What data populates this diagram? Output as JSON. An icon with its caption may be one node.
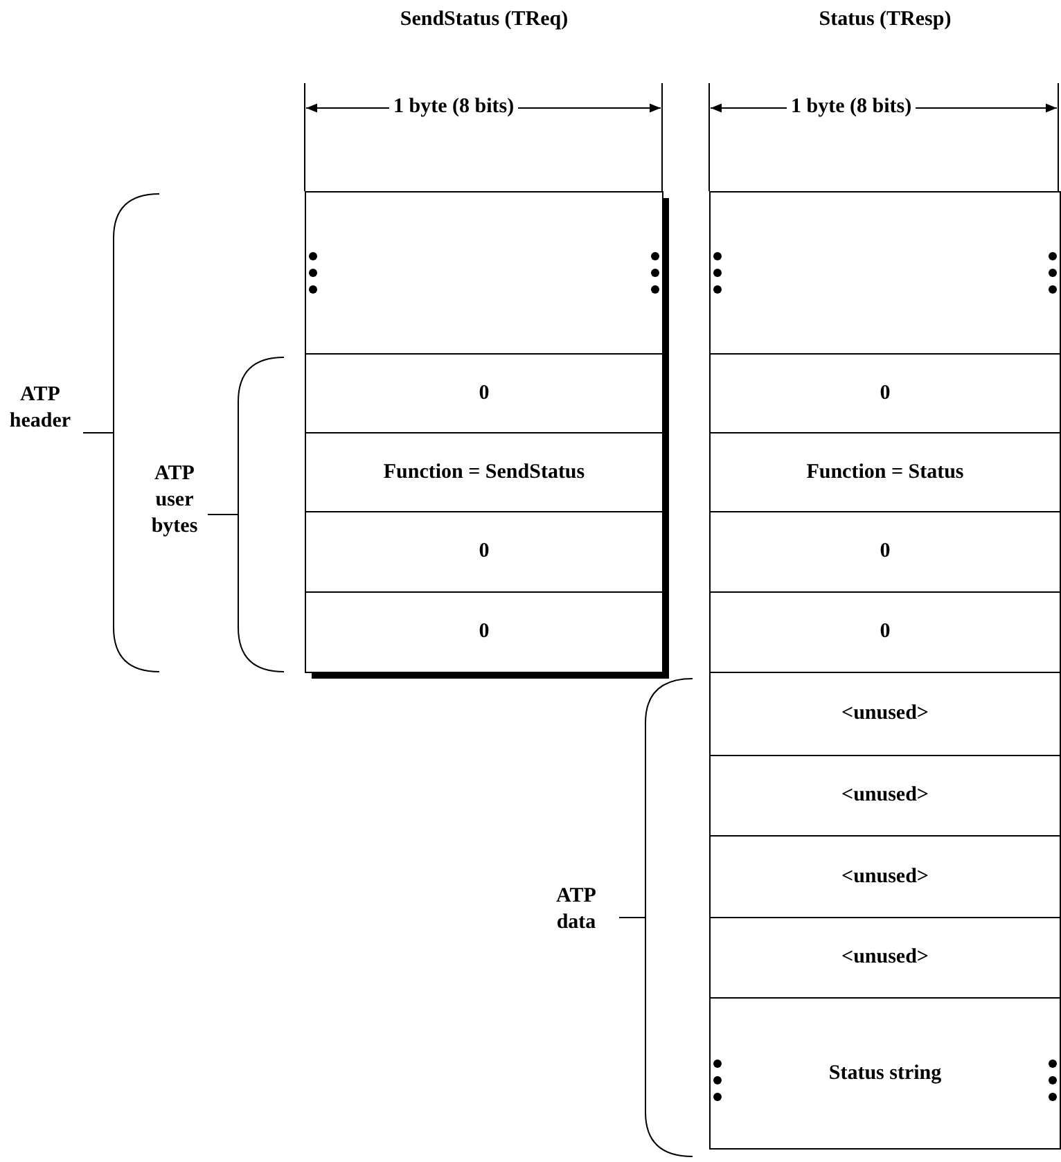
{
  "diagram": {
    "nodes": [
      {
        "text": [],
        "shape": "box"
      },
      {
        "text": [
          "0"
        ]
      },
      {
        "text": [
          "Function = SendStatus"
        ]
      },
      {
        "text": [
          "0"
        ]
      },
      {
        "text": [
          "0"
        ]
      },
      {
        "text": [],
        "shape": "box"
      },
      {
        "text": [
          "0"
        ]
      },
      {
        "text": [
          "Function = Status"
        ]
      },
      {
        "text": [
          "0"
        ]
      },
      {
        "text": [
          "0"
        ]
      },
      {
        "text": [
          "<unused>"
        ]
      },
      {
        "text": [
          "<unused>"
        ]
      },
      {
        "text": [
          "<unused>"
        ]
      },
      {
        "text": [
          "<unused>"
        ]
      },
      {
        "text": [
          "Status string"
        ]
      }
    ],
    "edges": [],
    "labels": [
      "SendStatus (TReq)",
      "Status (TResp)",
      "1 byte (8 bits)",
      "1 byte (8 bits)",
      "ATP header",
      "ATP user bytes",
      "ATP data"
    ]
  }
}
